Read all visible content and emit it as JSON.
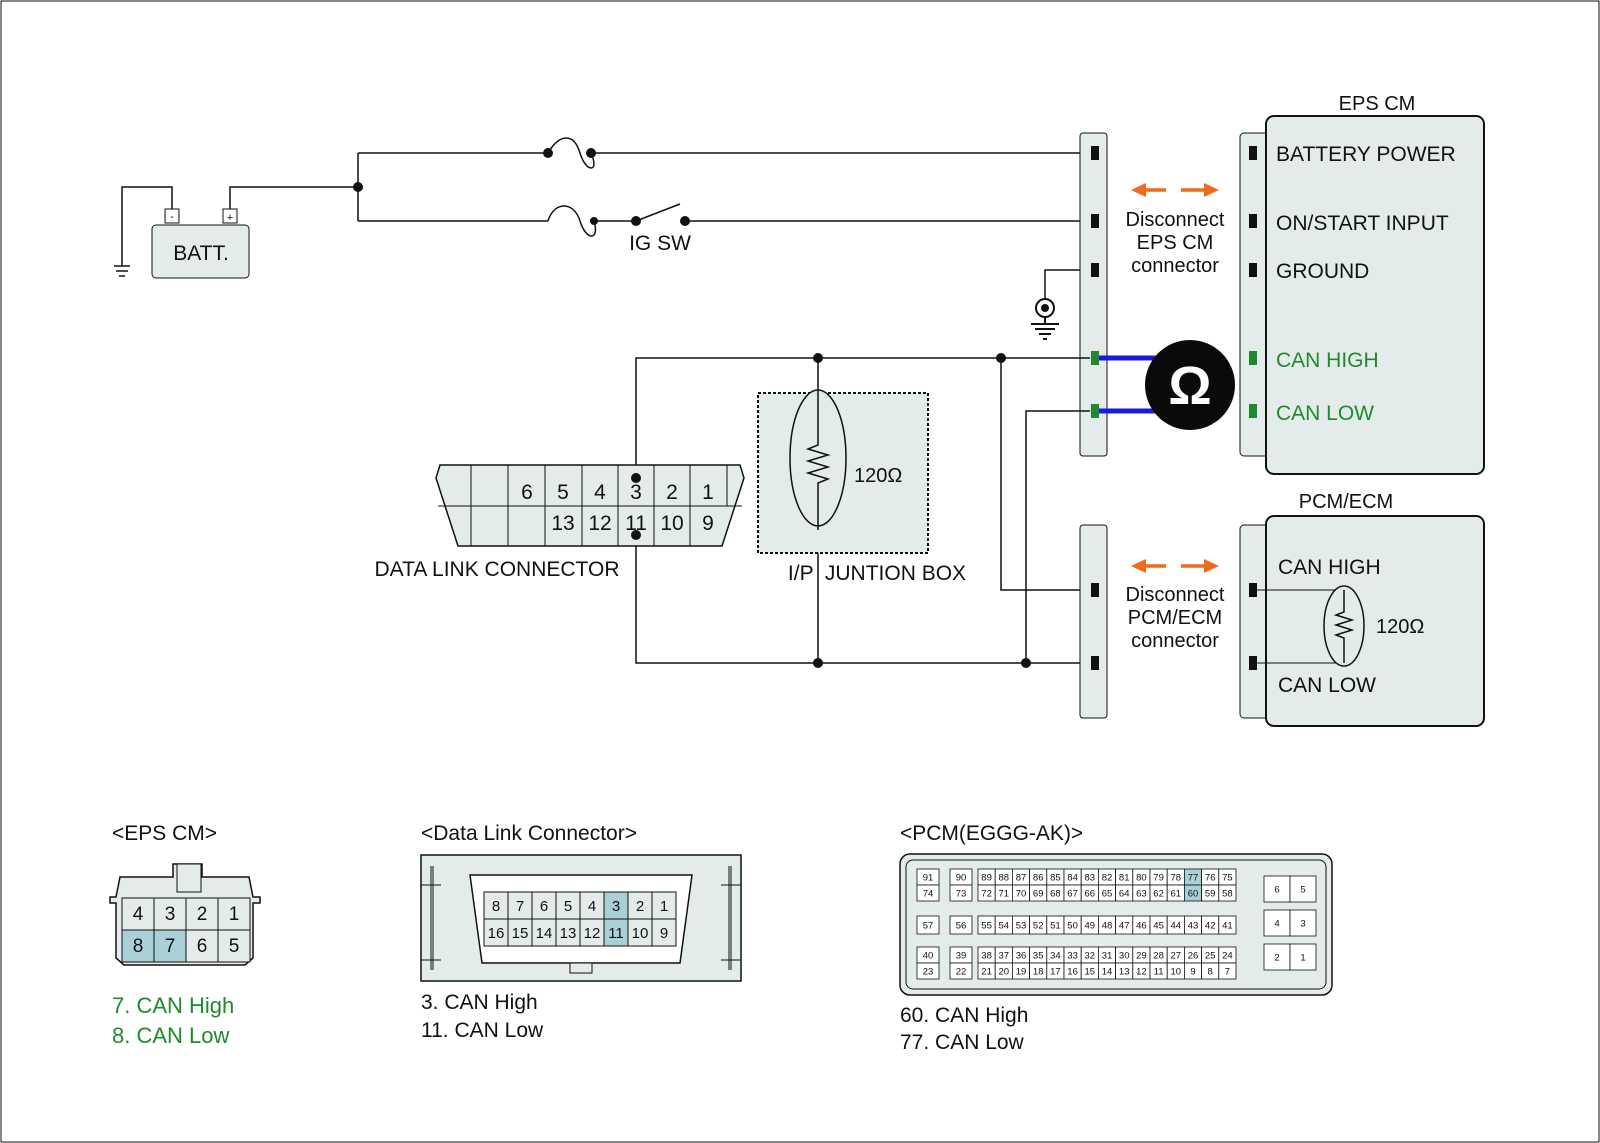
{
  "battery": {
    "label": "BATT.",
    "minus": "-",
    "plus": "+"
  },
  "ig_switch": {
    "label": "IG SW"
  },
  "eps_cm": {
    "title": "EPS CM",
    "terminals": [
      "BATTERY POWER",
      "ON/START INPUT",
      "GROUND",
      "CAN HIGH",
      "CAN LOW"
    ]
  },
  "disconnect_eps": {
    "line1": "Disconnect",
    "line2": "EPS CM",
    "line3": "connector"
  },
  "disconnect_pcm": {
    "line1": "Disconnect",
    "line2": "PCM/ECM",
    "line3": "connector"
  },
  "ohmmeter": {
    "symbol": "Ω"
  },
  "pcm_ecm": {
    "title": "PCM/ECM",
    "can_high": "CAN HIGH",
    "can_low": "CAN LOW",
    "resistor": "120Ω"
  },
  "junction_box": {
    "label": "I/P  JUNTION BOX",
    "resistor": "120Ω"
  },
  "dlc": {
    "label": "DATA LINK CONNECTOR",
    "top_pins": [
      "6",
      "5",
      "4",
      "3",
      "2",
      "1"
    ],
    "bottom_pins": [
      "13",
      "12",
      "11",
      "10",
      "9"
    ]
  },
  "views": {
    "eps": {
      "title": "<EPS CM>",
      "top_row": [
        "4",
        "3",
        "2",
        "1"
      ],
      "bottom_row": [
        "8",
        "7",
        "6",
        "5"
      ],
      "highlighted": [
        "8",
        "7"
      ],
      "notes": [
        "7. CAN High",
        "8. CAN Low"
      ]
    },
    "dlc": {
      "title": "<Data Link Connector>",
      "top_row": [
        "8",
        "7",
        "6",
        "5",
        "4",
        "3",
        "2",
        "1"
      ],
      "bottom_row": [
        "16",
        "15",
        "14",
        "13",
        "12",
        "11",
        "10",
        "9"
      ],
      "highlighted": [
        "3",
        "11"
      ],
      "notes": [
        "3. CAN High",
        "11. CAN Low"
      ]
    },
    "pcm": {
      "title": "<PCM(EGGG-AK)>",
      "highlighted": [
        "77",
        "60"
      ],
      "notes": [
        "60. CAN High",
        "77. CAN Low"
      ]
    }
  },
  "colors": {
    "can_wire": "#1f8a2c",
    "meter_lead": "#1a1adf",
    "arrow": "#f06a1a",
    "highlight": "#a9d0d7",
    "box_fill": "#e4eceb"
  }
}
